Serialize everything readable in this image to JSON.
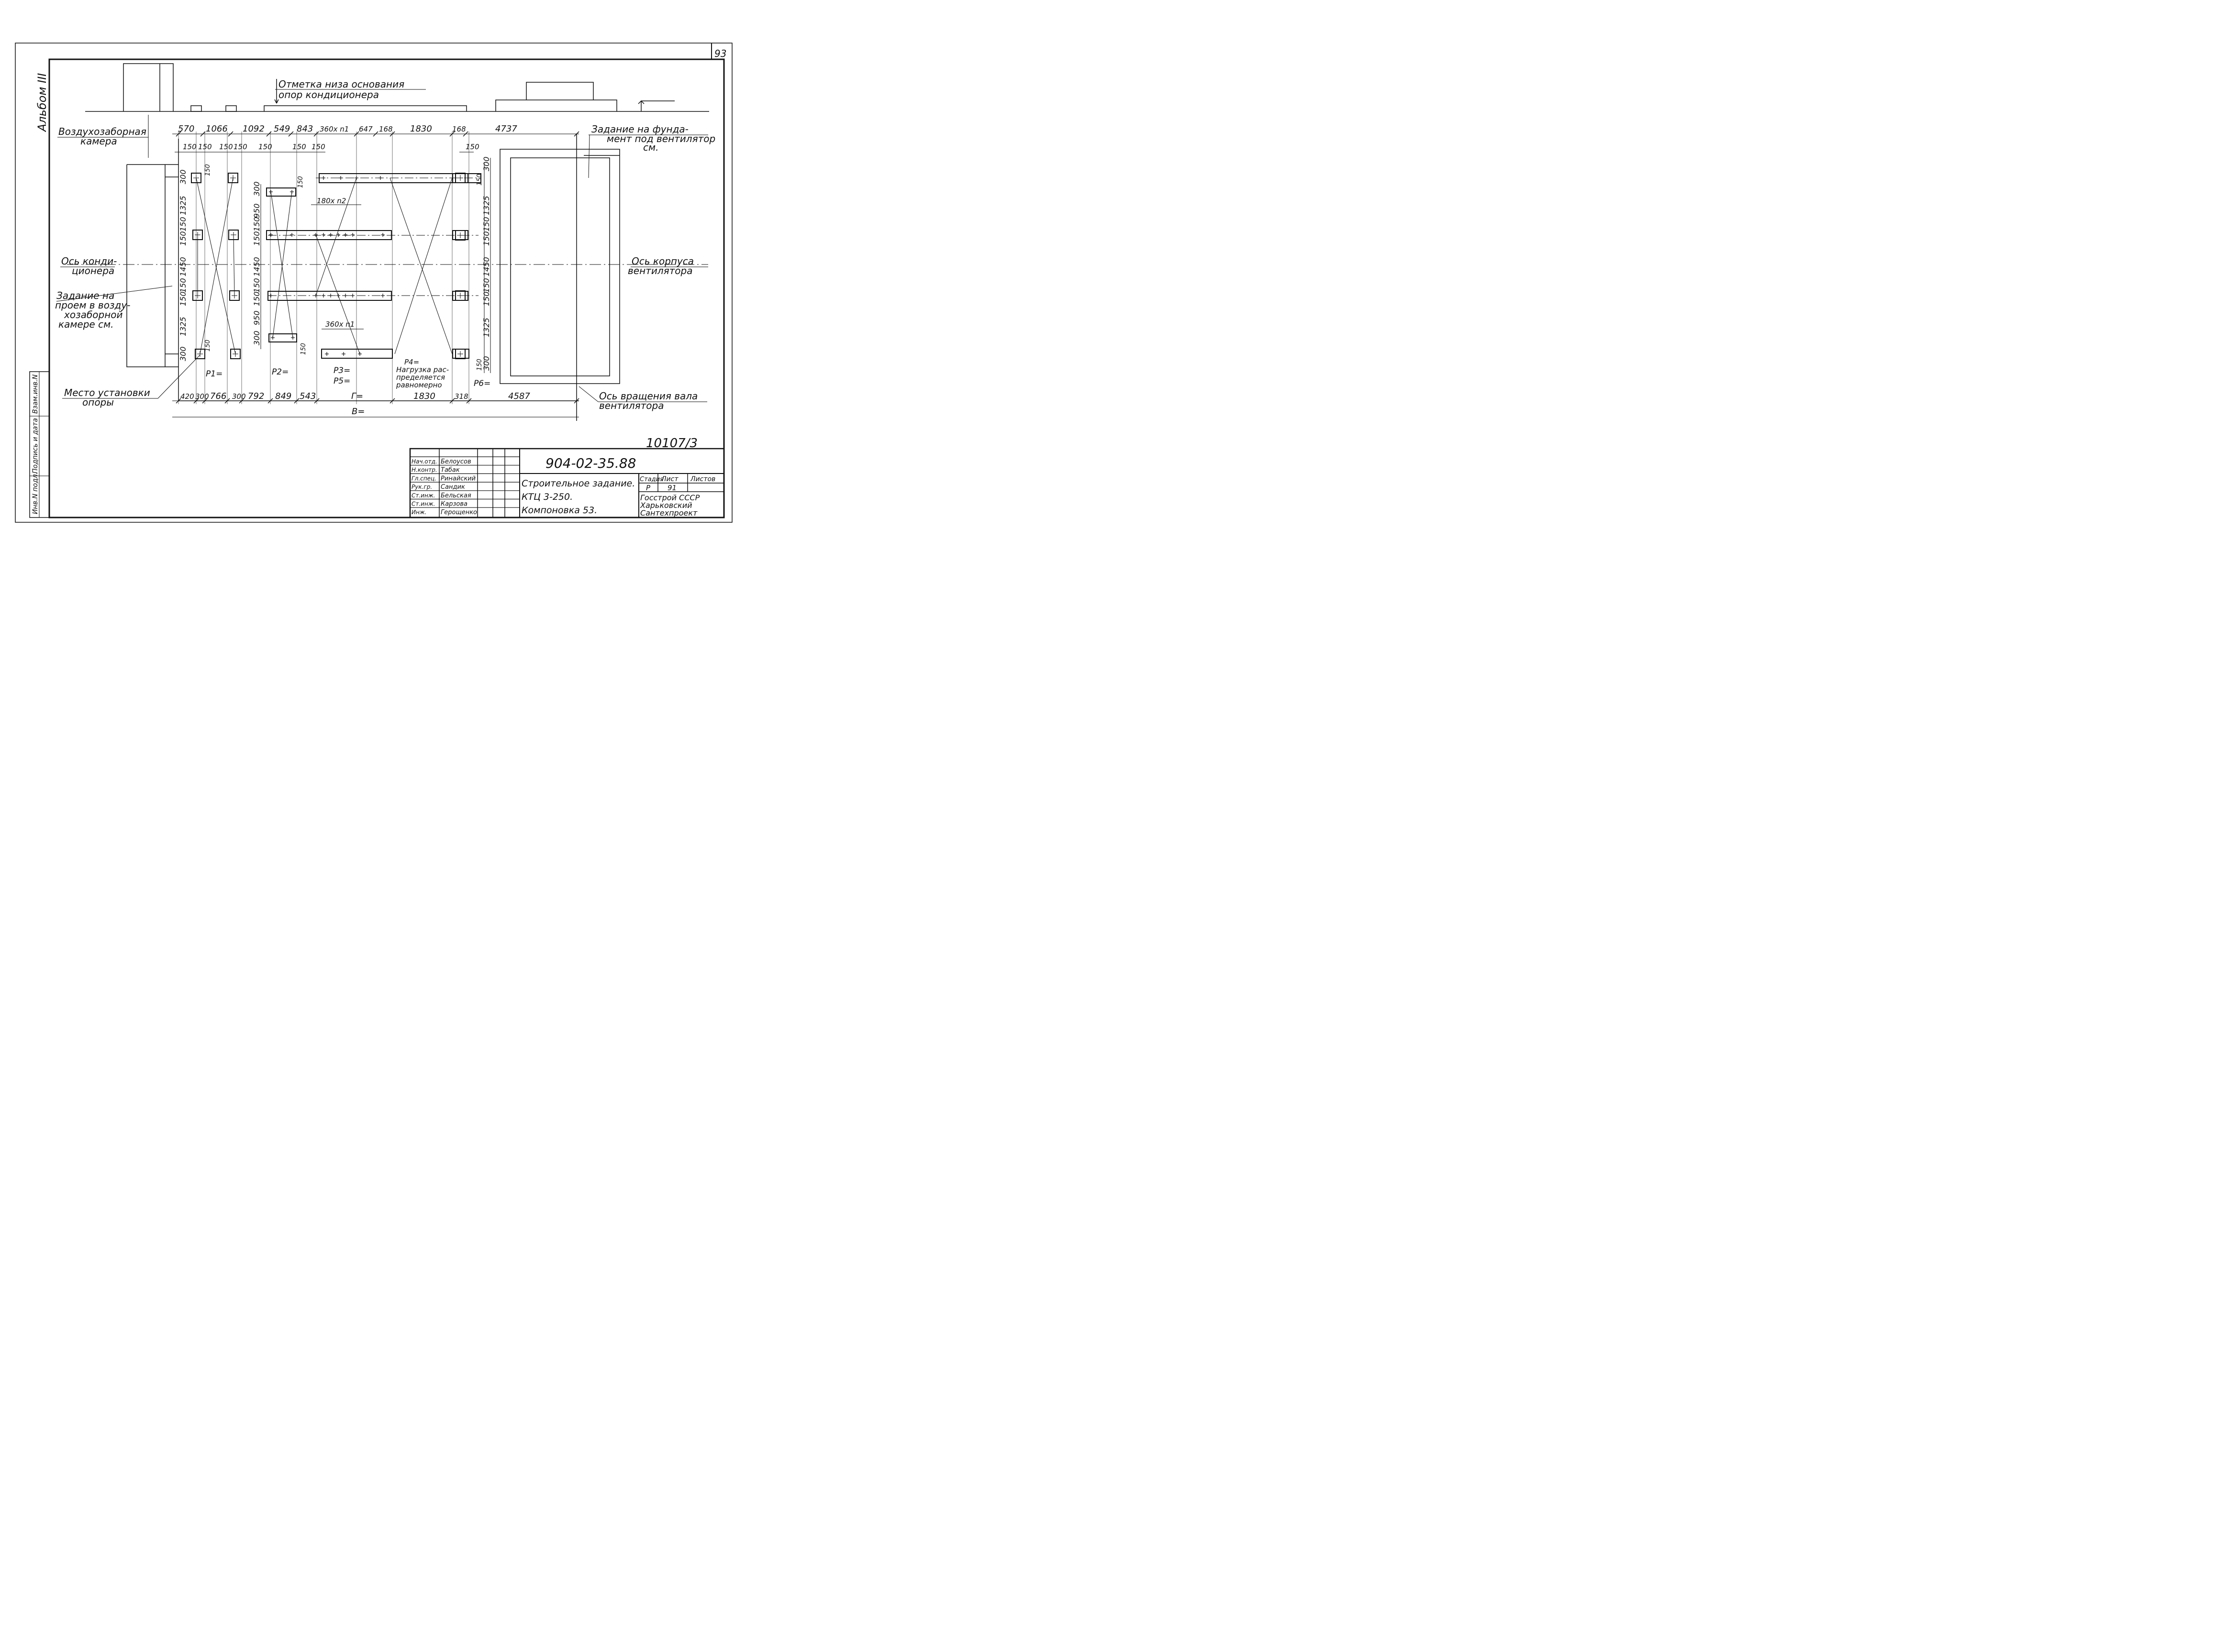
{
  "sheet": {
    "page_number": "93",
    "album": "Альбом III",
    "drawing_number": "10107/3"
  },
  "stamp": {
    "designation": "904-02-35.88",
    "title_lines": [
      "Строительное задание.",
      "КТЦ 3-250.",
      "Компоновка 53."
    ],
    "head_stage": "Стадия",
    "head_sheet": "Лист",
    "head_sheets": "Листов",
    "stage": "Р",
    "sheet_no": "91",
    "org_lines": [
      "Госстрой СССР",
      "Харьковский",
      "Сантехпроект"
    ],
    "roles": [
      {
        "role": "Нач.отд.",
        "name": "Белоусов"
      },
      {
        "role": "Н.контр.",
        "name": "Табак"
      },
      {
        "role": "Гл.спец.",
        "name": "Ринайский"
      },
      {
        "role": "Рук.гр.",
        "name": "Сандик"
      },
      {
        "role": "Ст.инж.",
        "name": "Бельская"
      },
      {
        "role": "Ст.инж.",
        "name": "Карзова"
      },
      {
        "role": "Инж.",
        "name": "Герощенко"
      }
    ]
  },
  "side_stamp": [
    "Инв.N подл.",
    "Подпись и дата",
    "Взам.инв.N"
  ],
  "notes": {
    "base_mark": [
      "Отметка низа основания",
      "опор кондиционера"
    ],
    "air_chamber": [
      "Воздухозаборная",
      "камера"
    ],
    "fan_foundation": [
      "Задание на фунда-",
      "мент под вентилятор",
      "см."
    ],
    "cond_axis": [
      "Ось конди-",
      "ционера"
    ],
    "fan_axis": [
      "Ось корпуса",
      "вентилятора"
    ],
    "opening": [
      "Задание на",
      "проем в возду-",
      "хозаборной",
      "камере см."
    ],
    "support_place": [
      "Место установки",
      "опоры"
    ],
    "shaft_axis": [
      "Ось вращения вала",
      "вентилятора"
    ],
    "load_note": [
      "Р4=",
      "Нагрузка рас-",
      "пределяется",
      "равномерно"
    ]
  },
  "loads": {
    "p1": "Р1=",
    "p2": "Р2=",
    "p3": "Р3=",
    "p5": "Р5=",
    "p6": "Р6="
  },
  "dims_top": [
    "570",
    "1066",
    "1092",
    "549",
    "843",
    "360x n1",
    "647",
    "168",
    "1830",
    "168",
    "4737"
  ],
  "dims_top2": [
    "150",
    "150",
    "150",
    "150",
    "150",
    "150",
    "150",
    "150"
  ],
  "dims_mid": [
    "180x n2",
    "360x n1"
  ],
  "dims_bottom": [
    "420",
    "300",
    "766",
    "300",
    "792",
    "849",
    "543",
    "Г=",
    "1830",
    "318",
    "4587"
  ],
  "dim_total": "В=",
  "dims_left": [
    "300",
    "1325",
    "150",
    "150",
    "1450",
    "150",
    "150",
    "1325",
    "300",
    "150",
    "150"
  ],
  "dims_inner": [
    "300",
    "950",
    "150",
    "150",
    "1450",
    "150",
    "150",
    "950",
    "300",
    "150",
    "150"
  ],
  "dims_right": [
    "300",
    "150",
    "1325",
    "150",
    "150",
    "1450",
    "150",
    "150",
    "1325",
    "150",
    "300"
  ]
}
